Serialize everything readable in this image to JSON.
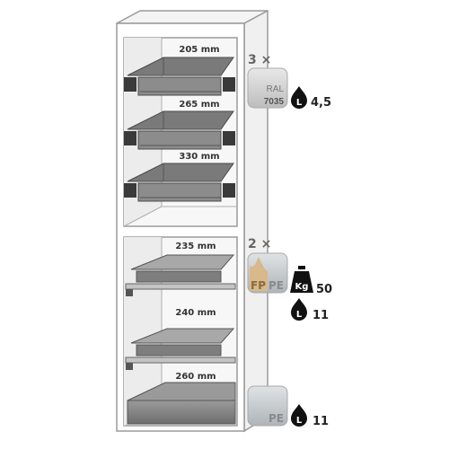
{
  "upper_section": {
    "quantity": "3 ×",
    "color_code_label": "RAL",
    "color_code_number": "7035",
    "capacity": "4,5",
    "capacity_icon_letter": "L",
    "trays": [
      {
        "width_label": "205 mm"
      },
      {
        "width_label": "265 mm"
      },
      {
        "width_label": "330 mm"
      }
    ]
  },
  "lower_section": {
    "quantity": "2 ×",
    "materials": [
      "FP",
      "PE"
    ],
    "load": "50",
    "load_icon_letter": "Kg",
    "capacity": "11",
    "capacity_icon_letter": "L",
    "trays": [
      {
        "width_label": "235 mm"
      },
      {
        "width_label": "240 mm"
      }
    ]
  },
  "bottom_sump": {
    "width_label": "260 mm",
    "material": "PE",
    "capacity": "11",
    "capacity_icon_letter": "L"
  },
  "colors": {
    "cabinet_outline": "#9a9a9a",
    "tray_dark": "#5a5a5a",
    "tray_mid": "#8c8c8c",
    "tray_light": "#b4b4b4",
    "badge_gray": "#d8d8d8",
    "icon_black": "#111111"
  }
}
